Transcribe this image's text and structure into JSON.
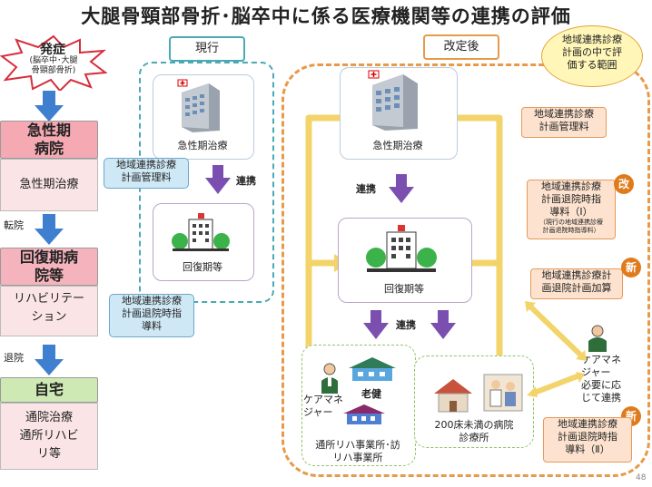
{
  "title": "大腿骨頸部骨折･脳卒中に係る医療機関等の連携の評価",
  "onset": {
    "label": "発症",
    "sub1": "(脳卒中･大腿",
    "sub2": "骨頸部骨折)"
  },
  "left": {
    "acute_head": [
      "急性期",
      "病院"
    ],
    "acute_body": "急性期治療",
    "transfer": "転院",
    "recovery_head": [
      "回復期病",
      "院等"
    ],
    "recovery_body": [
      "リハビリテー",
      "ション"
    ],
    "discharge": "退院",
    "home_head": "自宅",
    "home_body": [
      "通院治療",
      "通所リハビ",
      "リ等"
    ]
  },
  "current": {
    "title": "現行",
    "acute_label": "急性期治療",
    "link": "連携",
    "recovery_label": "回復期等",
    "callout_mgmt": [
      "地域連携診療",
      "計画管理料"
    ],
    "callout_discharge": [
      "地域連携診療",
      "計画退院時指",
      "導料"
    ]
  },
  "revised": {
    "title": "改定後",
    "scope_bubble": [
      "地域連携診療",
      "計画の中で評",
      "価する範囲"
    ],
    "acute_label": "急性期治療",
    "link1": "連携",
    "recovery_label": "回復期等",
    "link2": "連携",
    "callout_mgmt": [
      "地域連携診療",
      "計画管理料"
    ],
    "callout_discharge1": [
      "地域連携診療",
      "計画退院時指",
      "導料（Ⅰ）"
    ],
    "callout_discharge1_note": [
      "（現行の地域連携診療",
      "計画退院時指導料）"
    ],
    "badge_kai": "改",
    "callout_add": [
      "地域連携診療計",
      "画退院計画加算"
    ],
    "badge_new1": "新",
    "care_manager_right": [
      "ケアマネ",
      "ジャー",
      "必要に応",
      "じて連携"
    ],
    "badge_new2": "新",
    "callout_discharge2": [
      "地域連携診療",
      "計画退院時指",
      "導料（Ⅱ）"
    ],
    "community": {
      "care_manager": [
        "ケアマネ",
        "ジャー"
      ],
      "roken": "老健",
      "services": [
        "通所リハ事業所･訪",
        "リハ事業所"
      ]
    },
    "clinic": [
      "200床未満の病院",
      "診療所"
    ]
  },
  "page_number": "48",
  "colors": {
    "acute": "#f4a9b3",
    "recovery": "#f5b3bd",
    "home": "#cfe9b4",
    "arrow_blue": "#3f7fd0",
    "arrow_purple": "#7b4fb0",
    "teal": "#4aa9b5",
    "orange": "#e79a4a"
  }
}
